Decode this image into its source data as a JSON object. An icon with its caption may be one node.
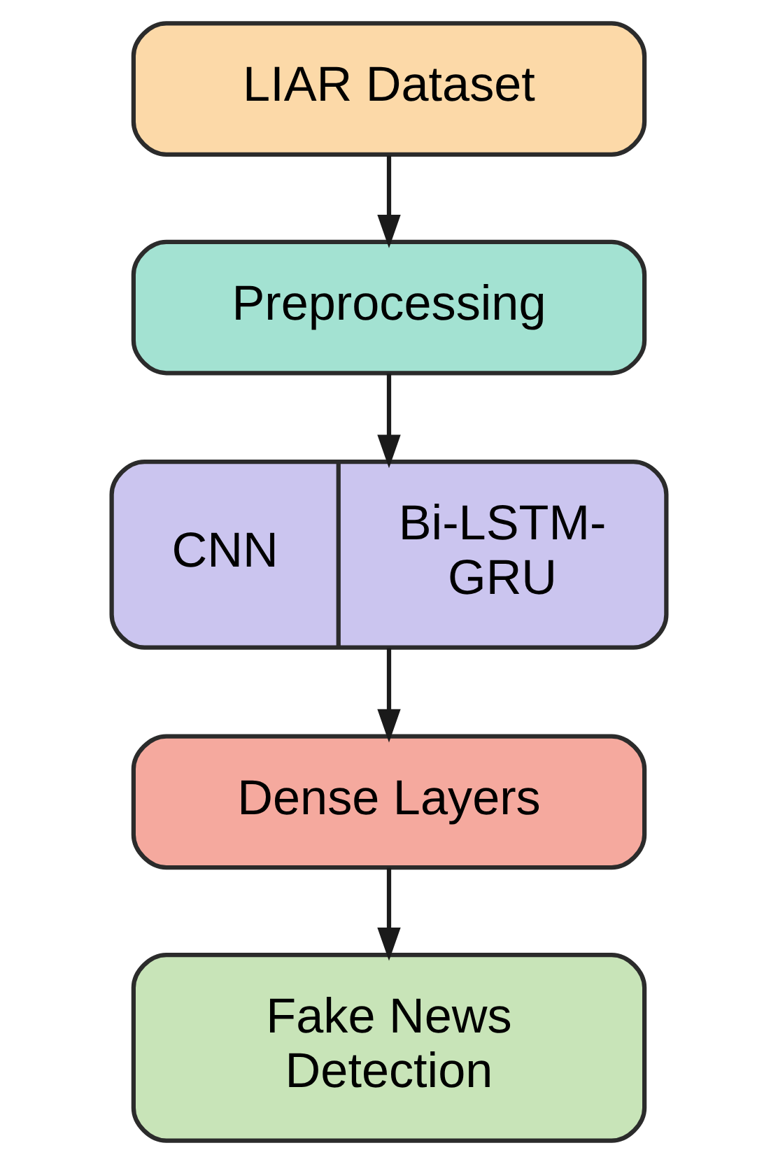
{
  "diagram": {
    "nodes": [
      {
        "text": [
          "LIAR Dataset"
        ]
      },
      {
        "text": [
          "Preprocessing"
        ]
      },
      {
        "text": [
          "CNN",
          "Bi-LSTM-GRU"
        ]
      },
      {
        "text": [
          "Dense Layers"
        ]
      },
      {
        "text": [
          "Fake News Detection"
        ]
      }
    ],
    "edges": [
      {
        "from": 0,
        "to": 1,
        "arrow": "to"
      },
      {
        "from": 1,
        "to": 2,
        "arrow": "to"
      },
      {
        "from": 2,
        "to": 3,
        "arrow": "to"
      },
      {
        "from": 3,
        "to": 4,
        "arrow": "to"
      }
    ]
  }
}
